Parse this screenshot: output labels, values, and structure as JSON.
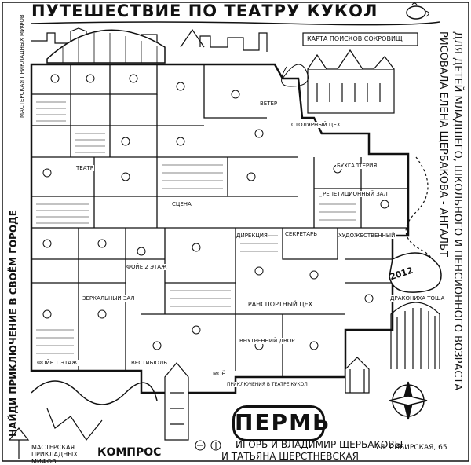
{
  "map": {
    "title": "ПУТЕШЕСТВИЕ ПО ТЕАТРУ КУКОЛ",
    "left_text": "НАЙДИ ПРИКЛЮЧЕНИЕ В СВОЁМ ГОРОДЕ",
    "right_text_1": "ДЛЯ ДЕТЕЙ МЛАДШЕГО, ШКОЛЬНОГО И ПЕНСИОННОГО ВОЗРАСТА",
    "right_text_2": "РИСОВАЛА ЕЛЕНА ЩЕРБАКОВА - АНГАЛЬТ",
    "bottom_authors_1": "ИГОРЬ И ВЛАДИМИР ЩЕРБАКОВЫ",
    "bottom_authors_2": "И ТАТЬЯНА ШЕРСТНЕВСКАЯ",
    "city": "ПЕРМЬ",
    "address": "УЛ. СИБИРСКАЯ, 65",
    "year": "2012",
    "workshop": "МАСТЕРСКАЯ ПРИКЛАДНЫХ МИФОВ",
    "compros": "КОМПРОС",
    "labels": {
      "treasure_map": "КАРТА ПОИСКОВ СОКРОВИЩ",
      "wind": "ВЕТЕР",
      "table": "СТОЛЯРНЫЙ ЦЕХ",
      "accounting": "БУХГАЛТЕРИЯ",
      "rehearsal": "РЕПЕТИЦИОННЫЙ ЗАЛ",
      "transport": "ТРАНСПОРТНЫЙ ЦЕХ",
      "directorate": "ДИРЕКЦИЯ",
      "secretary": "СЕКРЕТАРЬ",
      "artist": "ХУДОЖЕСТВЕННЫЙ",
      "foyer_2": "ФОЙЕ 2 ЭТАЖ",
      "foyer_1": "ФОЙЕ 1 ЭТАЖ",
      "mirror_hall": "ЗЕРКАЛЬНЫЙ ЗАЛ",
      "vestibule": "ВЕСТИБЮЛЬ",
      "inner_yard": "ВНУТРЕННИЙ ДВОР",
      "dragon": "ДРАКОНИХА ТОША",
      "stage": "СЦЕНА",
      "theatre": "ТЕАТР",
      "adventures": "ПРИКЛЮЧЕНИЯ В ТЕАТРЕ КУКОЛ",
      "green_text": "МОЁ"
    }
  }
}
